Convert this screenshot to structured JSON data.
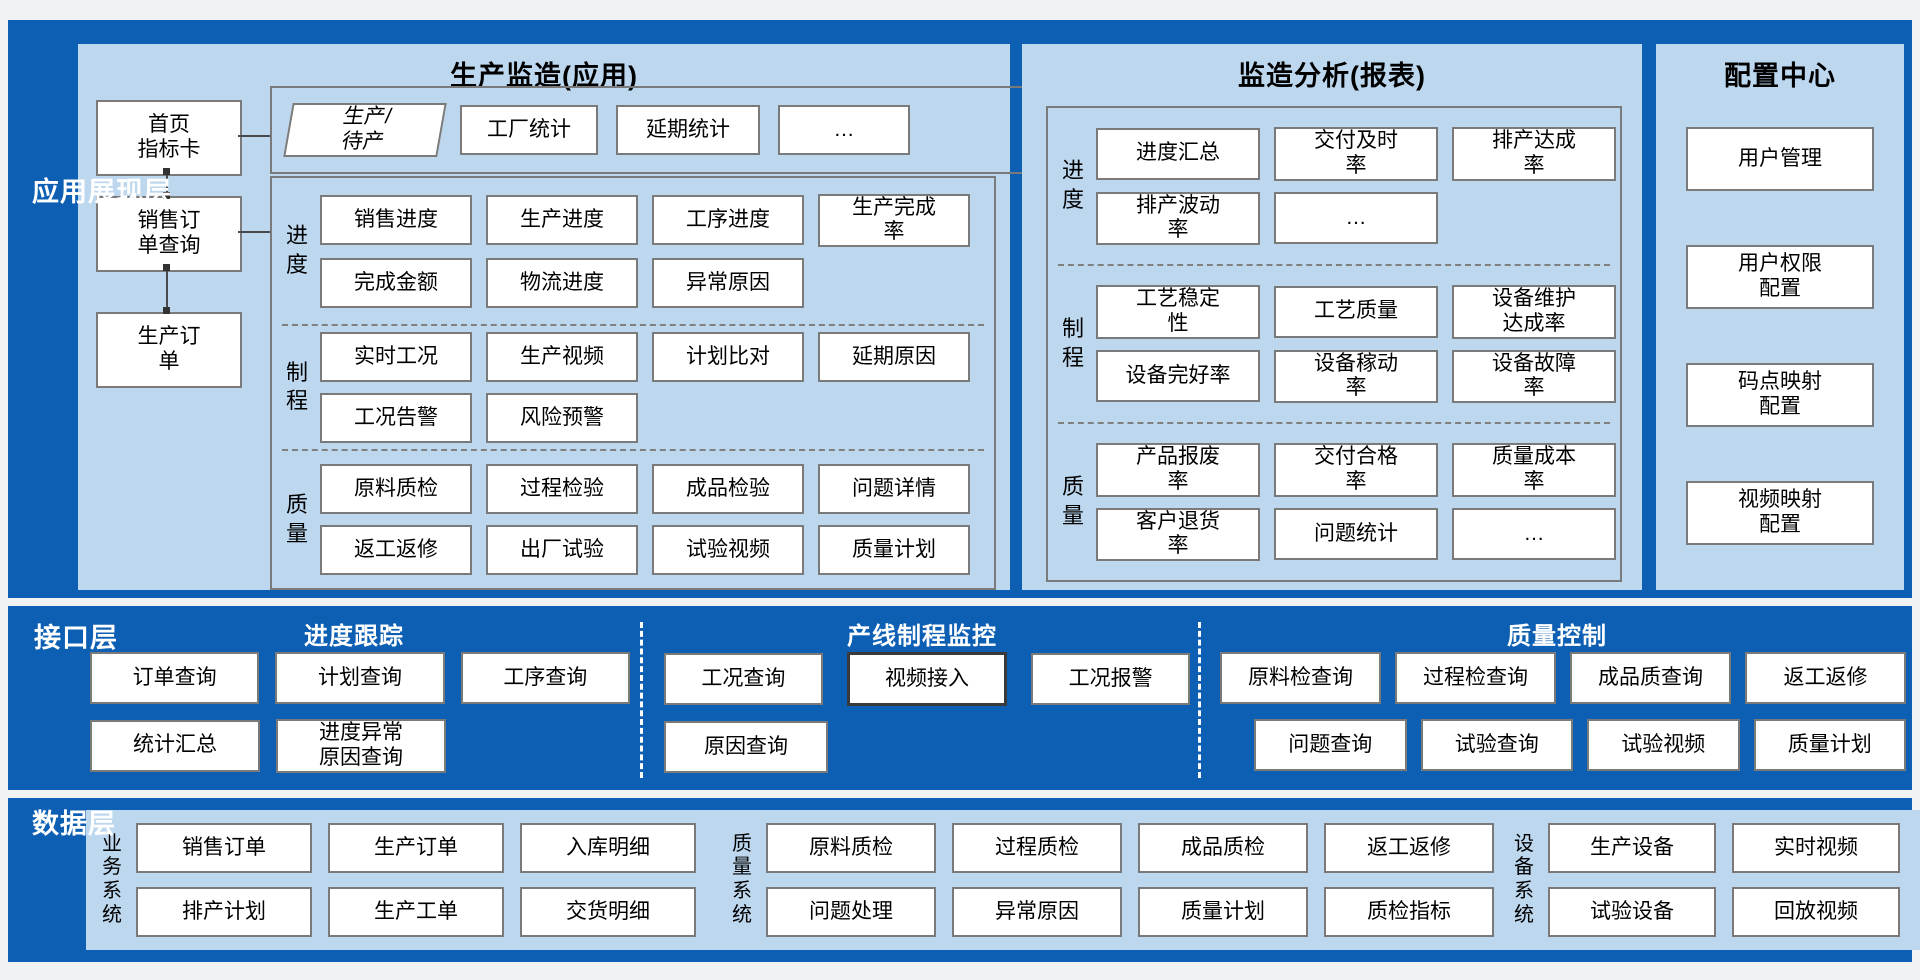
{
  "colors": {
    "band_blue": "#0d5fb3",
    "panel_light_blue": "#bdd7ee",
    "box_border_gray": "#7a7a7a",
    "box_bg": "#ffffff",
    "layer_label_white": "#ffffff",
    "highlight_border": "#3a3a3a"
  },
  "app": {
    "layer_label": "应用展现层",
    "production": {
      "title": "生产监造(应用)",
      "nav": [
        "首页\n指标卡",
        "销售订\n单查询",
        "生产订\n单"
      ],
      "strip": [
        "生产/\n待产",
        "工厂统计",
        "延期统计",
        "…"
      ],
      "sections": [
        {
          "label": "进\n度",
          "row1": [
            "销售进度",
            "生产进度",
            "工序进度",
            "生产完成\n率"
          ],
          "row2": [
            "完成金额",
            "物流进度",
            "异常原因"
          ]
        },
        {
          "label": "制\n程",
          "row1": [
            "实时工况",
            "生产视频",
            "计划比对",
            "延期原因"
          ],
          "row2": [
            "工况告警",
            "风险预警"
          ]
        },
        {
          "label": "质\n量",
          "row1": [
            "原料质检",
            "过程检验",
            "成品检验",
            "问题详情"
          ],
          "row2": [
            "返工返修",
            "出厂试验",
            "试验视频",
            "质量计划"
          ]
        }
      ]
    },
    "analysis": {
      "title": "监造分析(报表)",
      "sections": [
        {
          "label": "进\n度",
          "row1": [
            "进度汇总",
            "交付及时\n率",
            "排产达成\n率"
          ],
          "row2": [
            "排产波动\n率",
            "…"
          ]
        },
        {
          "label": "制\n程",
          "row1": [
            "工艺稳定\n性",
            "工艺质量",
            "设备维护\n达成率"
          ],
          "row2": [
            "设备完好率",
            "设备稼动\n率",
            "设备故障\n率"
          ]
        },
        {
          "label": "质\n量",
          "row1": [
            "产品报废\n率",
            "交付合格\n率",
            "质量成本\n率"
          ],
          "row2": [
            "客户退货\n率",
            "问题统计",
            "…"
          ]
        }
      ]
    },
    "config": {
      "title": "配置中心",
      "items": [
        "用户管理",
        "用户权限\n配置",
        "码点映射\n配置",
        "视频映射\n配置"
      ]
    }
  },
  "iface": {
    "layer_label": "接口层",
    "groups": [
      {
        "title": "进度跟踪",
        "row1": [
          "订单查询",
          "计划查询",
          "工序查询"
        ],
        "row2": [
          "统计汇总",
          "进度异常\n原因查询"
        ]
      },
      {
        "title": "产线制程监控",
        "row1": [
          "工况查询",
          "视频接入",
          "工况报警"
        ],
        "row2": [
          "原因查询"
        ]
      },
      {
        "title": "质量控制",
        "row1": [
          "原料检查询",
          "过程检查询",
          "成品质查询",
          "返工返修"
        ],
        "row2": [
          "问题查询",
          "试验查询",
          "试验视频",
          "质量计划"
        ]
      }
    ]
  },
  "datal": {
    "layer_label": "数据层",
    "systems": [
      {
        "label": "业\n务\n系\n统",
        "row1": [
          "销售订单",
          "生产订单",
          "入库明细"
        ],
        "row2": [
          "排产计划",
          "生产工单",
          "交货明细"
        ]
      },
      {
        "label": "质\n量\n系\n统",
        "row1": [
          "原料质检",
          "过程质检",
          "成品质检",
          "返工返修"
        ],
        "row2": [
          "问题处理",
          "异常原因",
          "质量计划",
          "质检指标"
        ]
      },
      {
        "label": "设\n备\n系\n统",
        "row1": [
          "生产设备",
          "实时视频"
        ],
        "row2": [
          "试验设备",
          "回放视频"
        ]
      }
    ]
  }
}
